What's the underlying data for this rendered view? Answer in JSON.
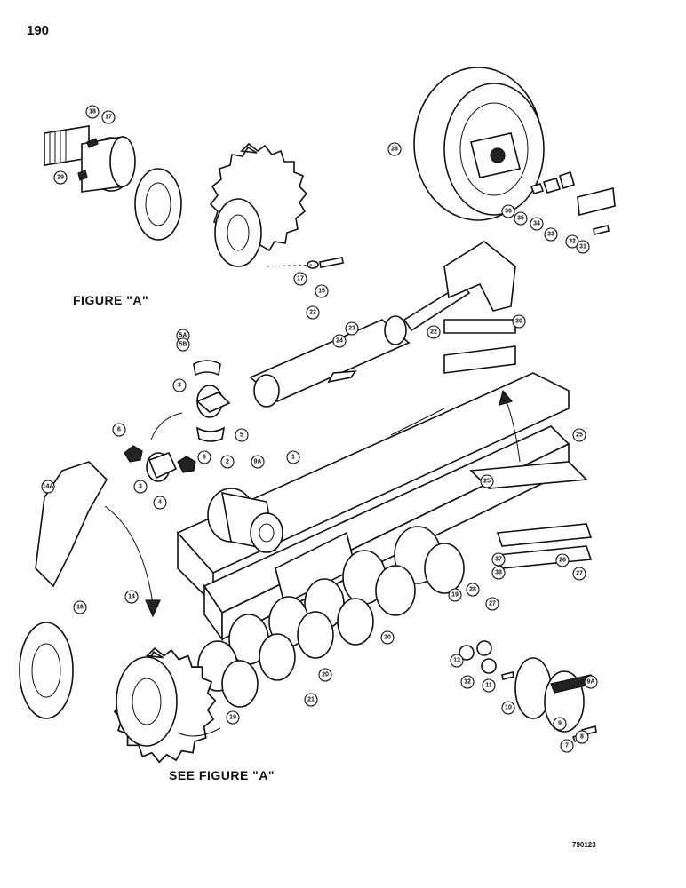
{
  "page_number": "190",
  "figure_a_label": "FIGURE \"A\"",
  "see_figure_label": "SEE FIGURE \"A\"",
  "drawing_code": "790123",
  "callouts": [
    "18",
    "17",
    "29",
    "28",
    "17",
    "15",
    "36",
    "35",
    "34",
    "33",
    "32",
    "31",
    "22",
    "23",
    "24",
    "22",
    "30",
    "5A",
    "5B",
    "3",
    "5",
    "6",
    "1",
    "2",
    "9A",
    "25",
    "3",
    "4",
    "6",
    "25",
    "14A",
    "37",
    "38",
    "26",
    "27",
    "14",
    "16",
    "19",
    "20",
    "28",
    "27",
    "13",
    "12",
    "11",
    "21",
    "19",
    "20",
    "10",
    "9",
    "9A",
    "8",
    "7"
  ]
}
